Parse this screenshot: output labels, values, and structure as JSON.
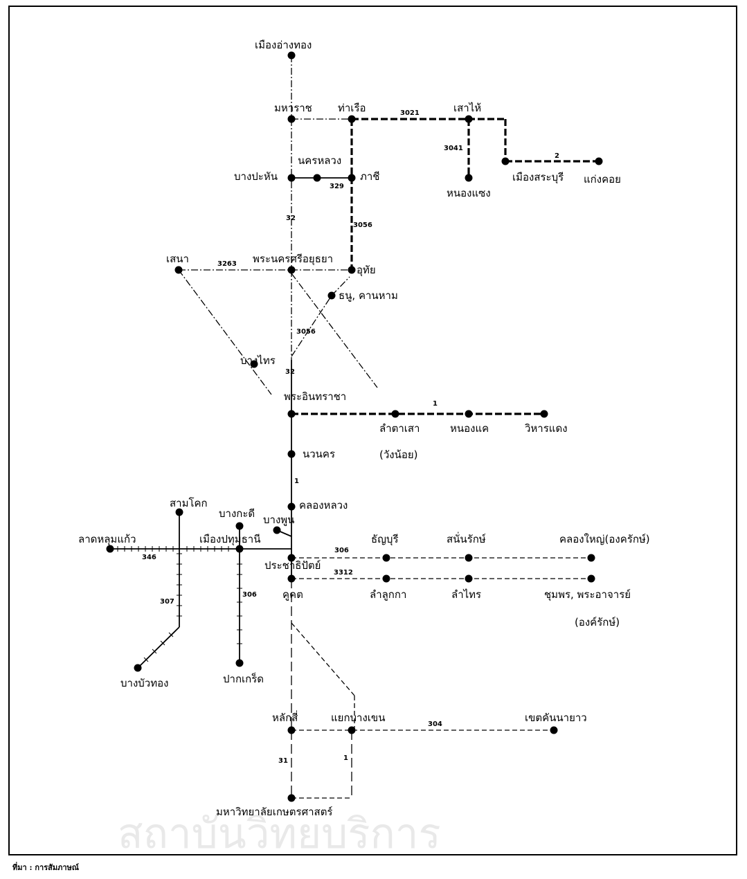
{
  "watermark": "สถาบันวิทยบริการ",
  "source_note": "ที่มา : การสัมภาษณ์",
  "places": {
    "mueang_ang_thong": "เมืองอ่างทอง",
    "maharat": "มหาราช",
    "tha_ruea": "ท่าเรือ",
    "sao_hai": "เสาไห้",
    "nong_saeng": "หนองแซง",
    "mueang_saraburi": "เมืองสระบุรี",
    "kaeng_khoi": "แก่งคอย",
    "nakhon_luang": "นครหลวง",
    "bang_pahan": "บางปะหัน",
    "phachi": "ภาชี",
    "sena": "เสนา",
    "ayutthaya": "พระนครศรีอยุธยา",
    "uthai": "อุทัย",
    "thanu": "ธนู, คานหาม",
    "bang_sai": "บางไทร",
    "phra_inthracha": "พระอินทราชา",
    "lam_ta_sao_1": "ลำตาเสา",
    "lam_ta_sao_2": "(วังน้อย)",
    "nong_khae": "หนองแค",
    "wihan_daeng": "วิหารแดง",
    "nawanakhon": "นวนคร",
    "khlong_luang": "คลองหลวง",
    "sam_khok": "สามโคก",
    "bang_kadi": "บางกะดี",
    "bang_phun": "บางพูน",
    "lat_lum_kaeo": "ลาดหลุมแก้ว",
    "mueang_pathum": "เมืองปทุมธานี",
    "thanyaburi": "ธัญบุรี",
    "sanan_rak": "สนั่นรักษ์",
    "khlong_yai": "คลองใหญ่(องครักษ์)",
    "prachathipat": "ประชาธิปัตย์",
    "khu_khot": "คูคต",
    "lam_luk_ka": "ลำลูกกา",
    "lam_sai": "ลำไทร",
    "chumphon_1": "ชุมพร, พระอาจารย์",
    "chumphon_2": "(องค์รักษ์)",
    "bang_bua_thong": "บางบัวทอง",
    "pak_kret": "ปากเกร็ด",
    "lak_si": "หลักสี่",
    "yaek_bang_khen": "แยกบางเขน",
    "khet_khan_na_yao": "เขตคันนายาว",
    "kasetsart": "มหาวิทยาลัยเกษตรศาสตร์"
  },
  "roads": {
    "r3021": "3021",
    "r3041": "3041",
    "r2": "2",
    "r329": "329",
    "r32a": "32",
    "r3056a": "3056",
    "r3263": "3263",
    "r3056b": "3056",
    "r32b": "32",
    "r1a": "1",
    "r1b": "1",
    "r346": "346",
    "r306a": "306",
    "r3312": "3312",
    "r307": "307",
    "r306b": "306",
    "r304": "304",
    "r31": "31",
    "r1c": "1"
  },
  "colors": {
    "ink": "#000000",
    "frame": "#000000",
    "watermark": "#e9e9e9"
  }
}
